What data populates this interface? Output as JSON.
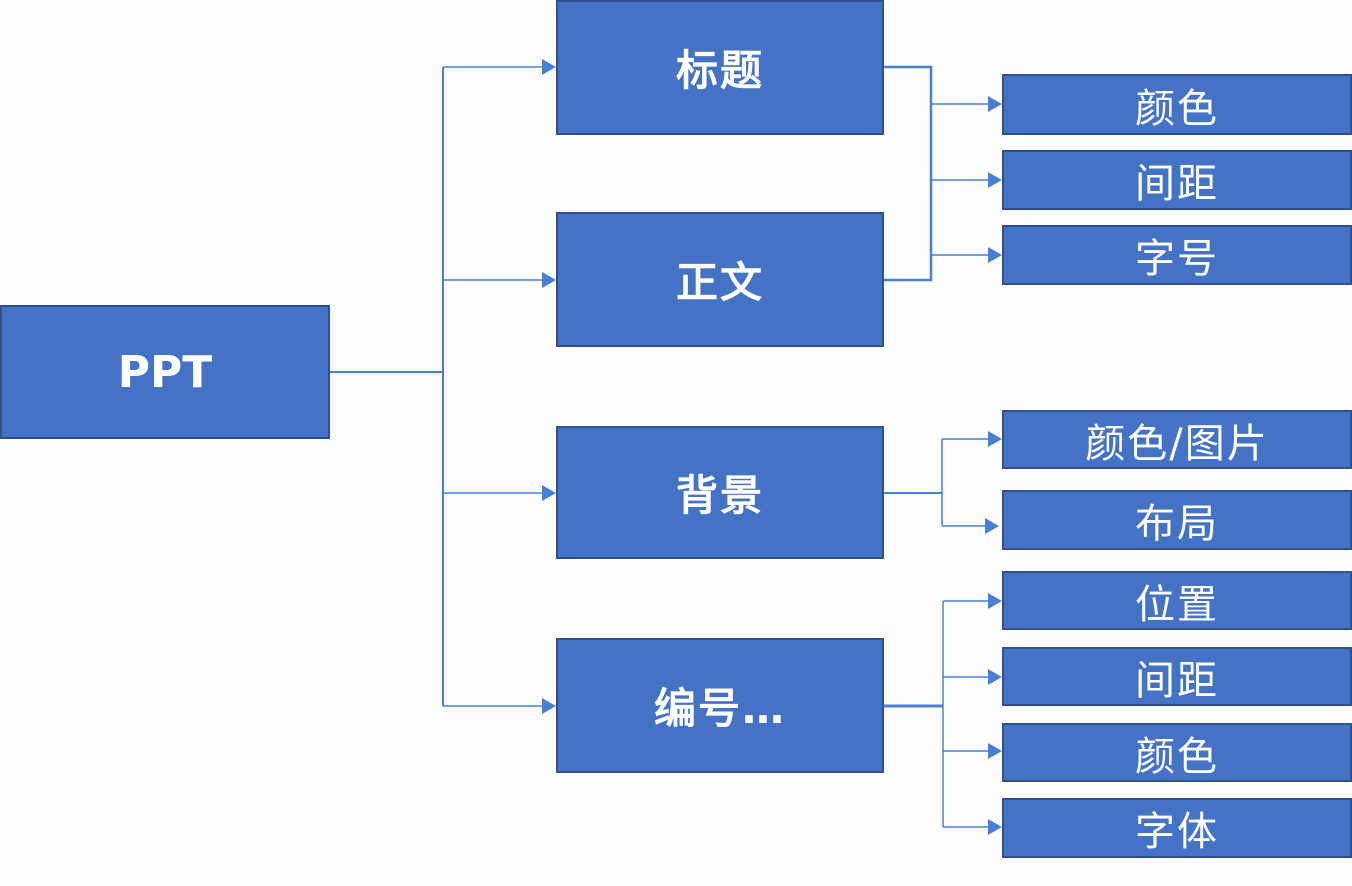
{
  "diagram": {
    "type": "tree",
    "direction": "left-to-right",
    "colors": {
      "node_fill": "#4472c4",
      "node_border": "#2f528f",
      "node_text": "#ffffff",
      "connector": "#4a7fd6",
      "background": "#fdfdfe"
    },
    "root": {
      "id": "ppt",
      "label": "PPT"
    },
    "level1": [
      {
        "id": "title",
        "label": "标题"
      },
      {
        "id": "body",
        "label": "正文"
      },
      {
        "id": "background",
        "label": "背景"
      },
      {
        "id": "numbering",
        "label": "编号…"
      }
    ],
    "leaves": [
      {
        "id": "font-color",
        "label": "颜色"
      },
      {
        "id": "font-spacing",
        "label": "间距"
      },
      {
        "id": "font-size",
        "label": "字号"
      },
      {
        "id": "bg-color-image",
        "label": "颜色/图片"
      },
      {
        "id": "bg-layout",
        "label": "布局"
      },
      {
        "id": "num-position",
        "label": "位置"
      },
      {
        "id": "num-spacing",
        "label": "间距"
      },
      {
        "id": "num-color",
        "label": "颜色"
      },
      {
        "id": "num-font",
        "label": "字体"
      }
    ],
    "edges": [
      {
        "from": "ppt",
        "to": "title"
      },
      {
        "from": "ppt",
        "to": "body"
      },
      {
        "from": "ppt",
        "to": "background"
      },
      {
        "from": "ppt",
        "to": "numbering"
      },
      {
        "from": "title",
        "to": "font-color"
      },
      {
        "from": "title",
        "to": "font-spacing"
      },
      {
        "from": "title",
        "to": "font-size"
      },
      {
        "from": "body",
        "to": "font-color"
      },
      {
        "from": "body",
        "to": "font-spacing"
      },
      {
        "from": "body",
        "to": "font-size"
      },
      {
        "from": "background",
        "to": "bg-color-image"
      },
      {
        "from": "background",
        "to": "bg-layout"
      },
      {
        "from": "numbering",
        "to": "num-position"
      },
      {
        "from": "numbering",
        "to": "num-spacing"
      },
      {
        "from": "numbering",
        "to": "num-color"
      },
      {
        "from": "numbering",
        "to": "num-font"
      }
    ]
  }
}
